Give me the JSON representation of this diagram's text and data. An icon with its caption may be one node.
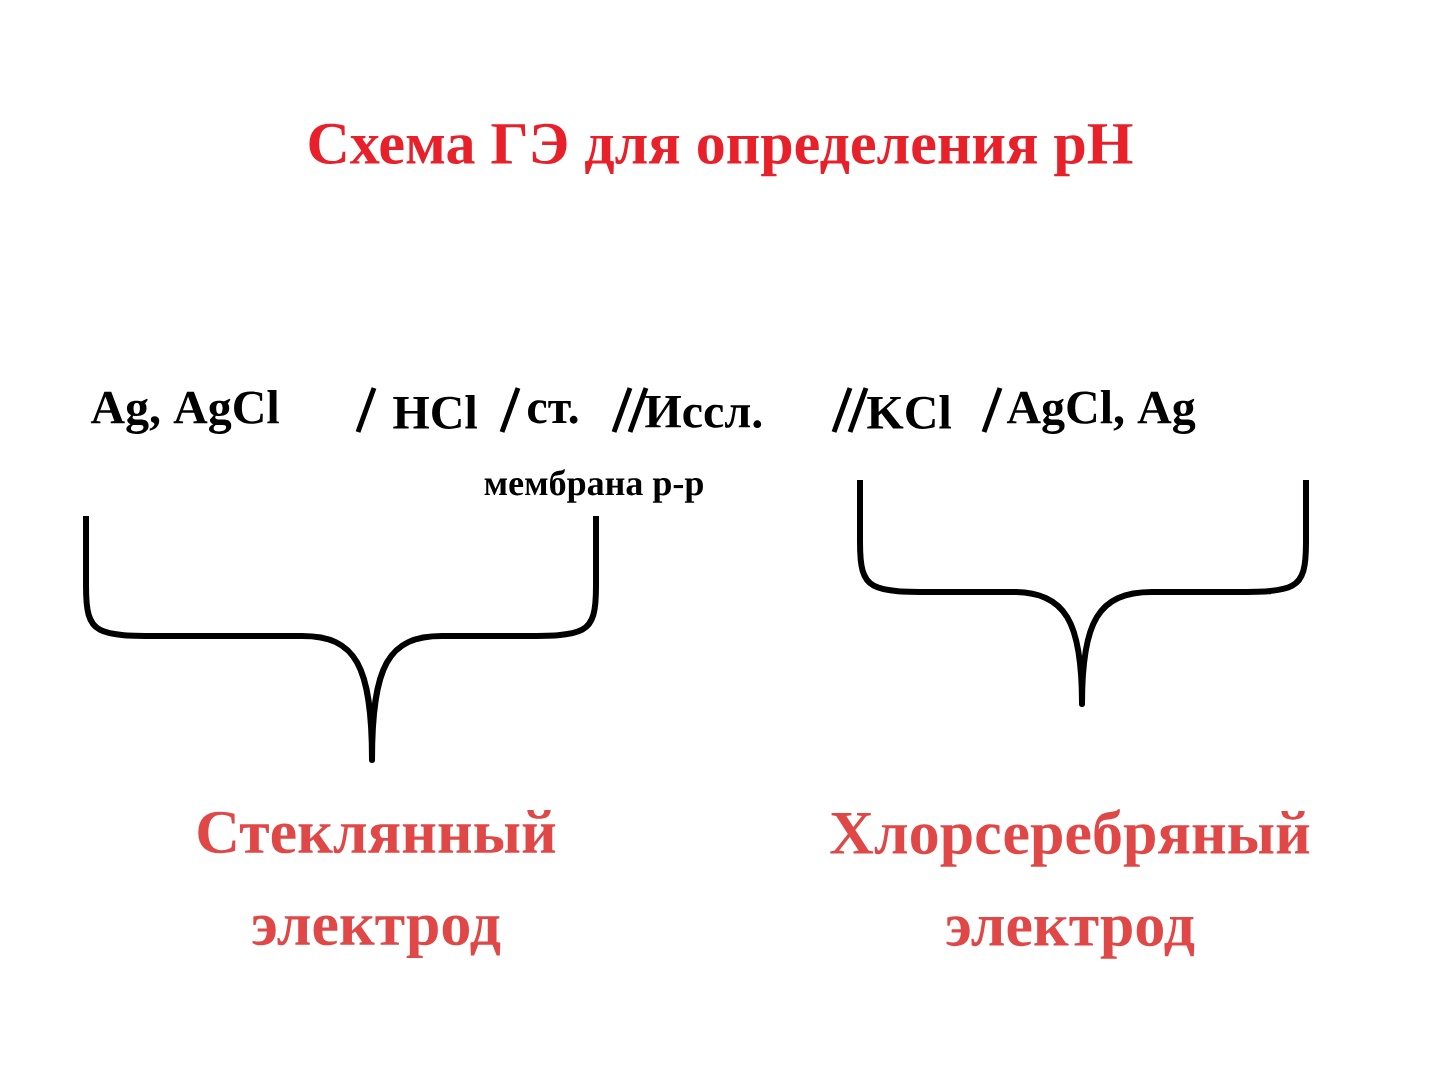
{
  "diagram": {
    "title": "Схема ГЭ для определения pH",
    "labels": [
      "Ag, AgCl",
      "HCl",
      "ст.",
      "Иссл.",
      "KCl",
      "AgCl, Ag",
      "мембрана р-р",
      "Стеклянный электрод",
      "Хлорсеребряный электрод"
    ]
  }
}
